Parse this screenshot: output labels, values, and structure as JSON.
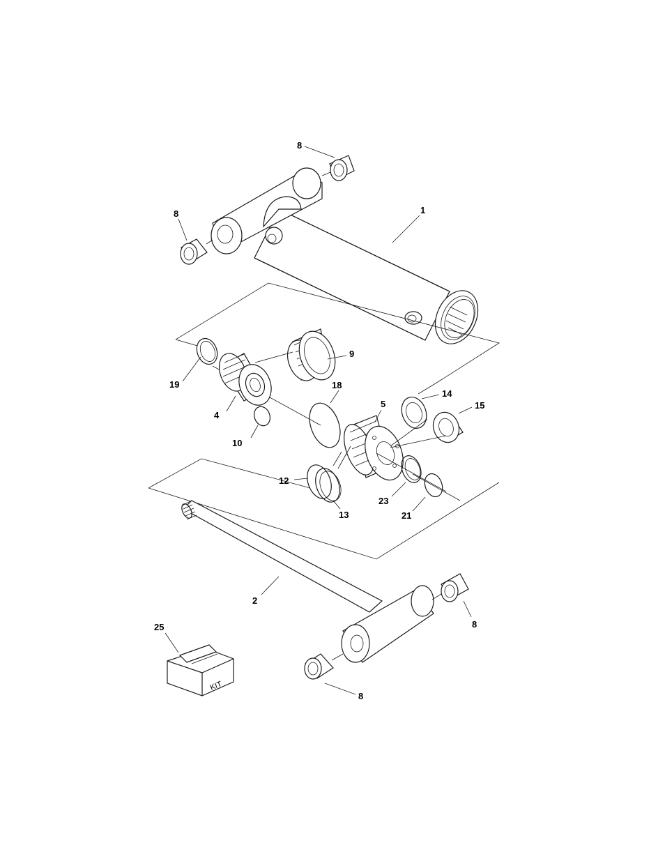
{
  "diagram": {
    "callouts": {
      "c8a": "8",
      "c8b": "8",
      "c1": "1",
      "c9": "9",
      "c19": "19",
      "c18": "18",
      "c14": "14",
      "c15": "15",
      "c5": "5",
      "c4": "4",
      "c10": "10",
      "c12": "12",
      "c13": "13",
      "c23": "23",
      "c21": "21",
      "c2": "2",
      "c8c": "8",
      "c25": "25",
      "c8d": "8"
    },
    "kit_label": "KIT"
  }
}
